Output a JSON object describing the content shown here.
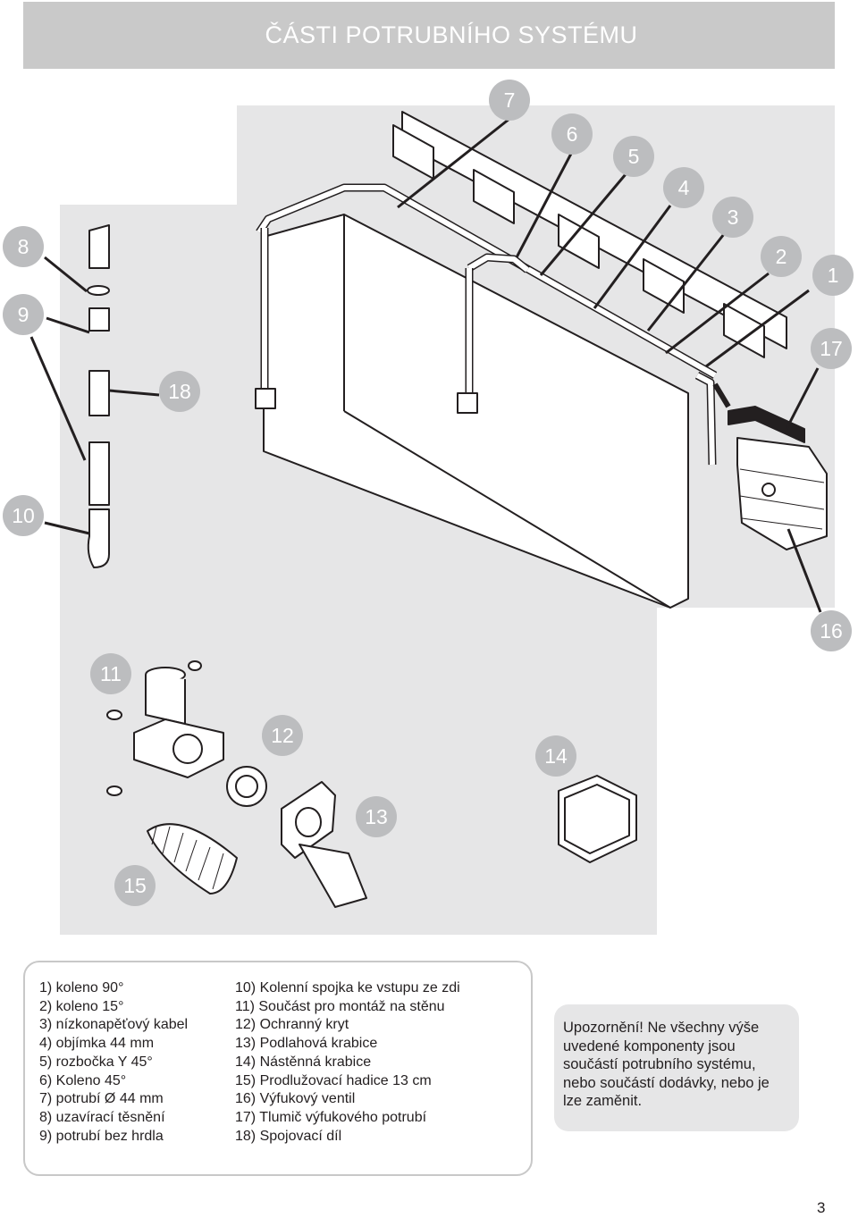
{
  "page": {
    "title": "ČÁSTI POTRUBNÍHO SYSTÉMU",
    "page_number": "3"
  },
  "callouts": [
    "1",
    "2",
    "3",
    "4",
    "5",
    "6",
    "7",
    "8",
    "9",
    "10",
    "11",
    "12",
    "13",
    "14",
    "15",
    "16",
    "17",
    "18"
  ],
  "legend": {
    "column_1": [
      "1) koleno 90°",
      "2) koleno 15°",
      "3) nízkonapěťový kabel",
      "4) objímka 44 mm",
      "5) rozbočka Y 45°",
      "6) Koleno 45°",
      "7) potrubí Ø 44 mm",
      "8) uzavírací těsnění",
      "9) potrubí bez hrdla"
    ],
    "column_2": [
      "10) Kolenní spojka ke vstupu ze zdi",
      "11) Součást pro montáž na stěnu",
      "12) Ochranný kryt",
      "13) Podlahová krabice",
      "14) Nástěnná krabice",
      "15) Prodlužovací hadice 13 cm",
      "16) Výfukový ventil",
      "17) Tlumič výfukového potrubí",
      "18) Spojovací díl"
    ]
  },
  "note": {
    "text": "Upozornění! Ne všechny výše uvedené komponenty jsou součástí potrubního systému, nebo součástí dodávky, nebo je lze zaměnit."
  },
  "colors": {
    "title_bar": "#c9c9c9",
    "panel": "#e6e6e7",
    "badge": "#bcbdbf",
    "line_art": "#231f20"
  }
}
